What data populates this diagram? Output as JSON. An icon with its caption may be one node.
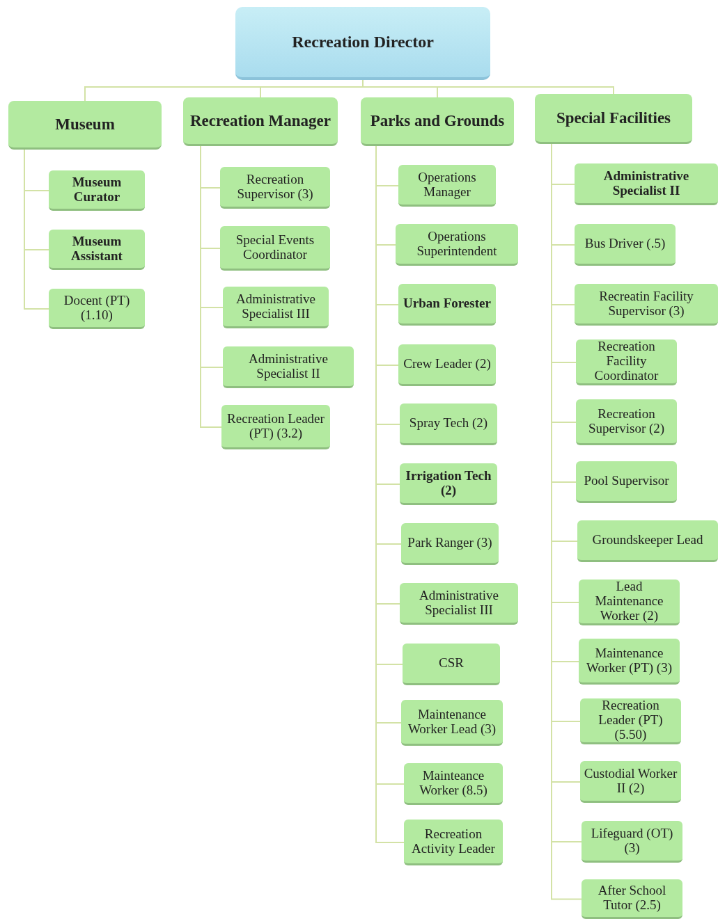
{
  "diagram": {
    "nodes": [
      {
        "text": [
          "Recreation Director"
        ]
      },
      {
        "text": [
          "Museum"
        ]
      },
      {
        "text": [
          "Museum Curator"
        ]
      },
      {
        "text": [
          "Museum Assistant"
        ]
      },
      {
        "text": [
          "Docent (PT) (1.10)"
        ]
      },
      {
        "text": [
          "Recreation Manager"
        ]
      },
      {
        "text": [
          "Recreation Supervisor (3)"
        ]
      },
      {
        "text": [
          "Special Events Coordinator"
        ]
      },
      {
        "text": [
          "Administrative Specialist III"
        ]
      },
      {
        "text": [
          "Administrative Specialist II"
        ]
      },
      {
        "text": [
          "Recreation Leader (PT) (3.2)"
        ]
      },
      {
        "text": [
          "Parks and Grounds"
        ]
      },
      {
        "text": [
          "Operations Manager"
        ]
      },
      {
        "text": [
          "Operations Superintendent"
        ]
      },
      {
        "text": [
          "Urban Forester"
        ]
      },
      {
        "text": [
          "Crew Leader (2)"
        ]
      },
      {
        "text": [
          "Spray Tech (2)"
        ]
      },
      {
        "text": [
          "Irrigation Tech (2)"
        ]
      },
      {
        "text": [
          "Park Ranger (3)"
        ]
      },
      {
        "text": [
          "Administrative Specialist III"
        ]
      },
      {
        "text": [
          "CSR"
        ]
      },
      {
        "text": [
          "Maintenance Worker Lead (3)"
        ]
      },
      {
        "text": [
          "Mainteance Worker (8.5)"
        ]
      },
      {
        "text": [
          "Recreation Activity Leader"
        ]
      },
      {
        "text": [
          "Special Facilities"
        ]
      },
      {
        "text": [
          "Administrative Specialist II"
        ]
      },
      {
        "text": [
          "Bus Driver (.5)"
        ]
      },
      {
        "text": [
          "Recreatin Facility Supervisor (3)"
        ]
      },
      {
        "text": [
          "Recreation Facility Coordinator"
        ]
      },
      {
        "text": [
          "Recreation Supervisor (2)"
        ]
      },
      {
        "text": [
          "Pool Supervisor"
        ]
      },
      {
        "text": [
          "Groundskeeper Lead"
        ]
      },
      {
        "text": [
          "Lead Maintenance Worker (2)"
        ]
      },
      {
        "text": [
          "Maintenance Worker (PT) (3)"
        ]
      },
      {
        "text": [
          "Recreation Leader (PT) (5.50)"
        ]
      },
      {
        "text": [
          "Custodial Worker II (2)"
        ]
      },
      {
        "text": [
          "Lifeguard (OT) (3)"
        ]
      },
      {
        "text": [
          "After School Tutor (2.5)"
        ]
      }
    ],
    "edges": [
      {
        "from": 0,
        "to": 1,
        "arrow": "none"
      },
      {
        "from": 0,
        "to": 5,
        "arrow": "none"
      },
      {
        "from": 0,
        "to": 11,
        "arrow": "none"
      },
      {
        "from": 0,
        "to": 24,
        "arrow": "none"
      },
      {
        "from": 1,
        "to": 2,
        "arrow": "none"
      },
      {
        "from": 1,
        "to": 3,
        "arrow": "none"
      },
      {
        "from": 1,
        "to": 4,
        "arrow": "none"
      },
      {
        "from": 5,
        "to": 6,
        "arrow": "none"
      },
      {
        "from": 5,
        "to": 7,
        "arrow": "none"
      },
      {
        "from": 5,
        "to": 8,
        "arrow": "none"
      },
      {
        "from": 5,
        "to": 9,
        "arrow": "none"
      },
      {
        "from": 5,
        "to": 10,
        "arrow": "none"
      },
      {
        "from": 11,
        "to": 12,
        "arrow": "none"
      },
      {
        "from": 11,
        "to": 13,
        "arrow": "none"
      },
      {
        "from": 11,
        "to": 14,
        "arrow": "none"
      },
      {
        "from": 11,
        "to": 15,
        "arrow": "none"
      },
      {
        "from": 11,
        "to": 16,
        "arrow": "none"
      },
      {
        "from": 11,
        "to": 17,
        "arrow": "none"
      },
      {
        "from": 11,
        "to": 18,
        "arrow": "none"
      },
      {
        "from": 11,
        "to": 19,
        "arrow": "none"
      },
      {
        "from": 11,
        "to": 20,
        "arrow": "none"
      },
      {
        "from": 11,
        "to": 21,
        "arrow": "none"
      },
      {
        "from": 11,
        "to": 22,
        "arrow": "none"
      },
      {
        "from": 11,
        "to": 23,
        "arrow": "none"
      },
      {
        "from": 24,
        "to": 25,
        "arrow": "none"
      },
      {
        "from": 24,
        "to": 26,
        "arrow": "none"
      },
      {
        "from": 24,
        "to": 27,
        "arrow": "none"
      },
      {
        "from": 24,
        "to": 28,
        "arrow": "none"
      },
      {
        "from": 24,
        "to": 29,
        "arrow": "none"
      },
      {
        "from": 24,
        "to": 30,
        "arrow": "none"
      },
      {
        "from": 24,
        "to": 31,
        "arrow": "none"
      },
      {
        "from": 24,
        "to": 32,
        "arrow": "none"
      },
      {
        "from": 24,
        "to": 33,
        "arrow": "none"
      },
      {
        "from": 24,
        "to": 34,
        "arrow": "none"
      },
      {
        "from": 24,
        "to": 35,
        "arrow": "none"
      },
      {
        "from": 24,
        "to": 36,
        "arrow": "none"
      },
      {
        "from": 24,
        "to": 37,
        "arrow": "none"
      }
    ]
  }
}
